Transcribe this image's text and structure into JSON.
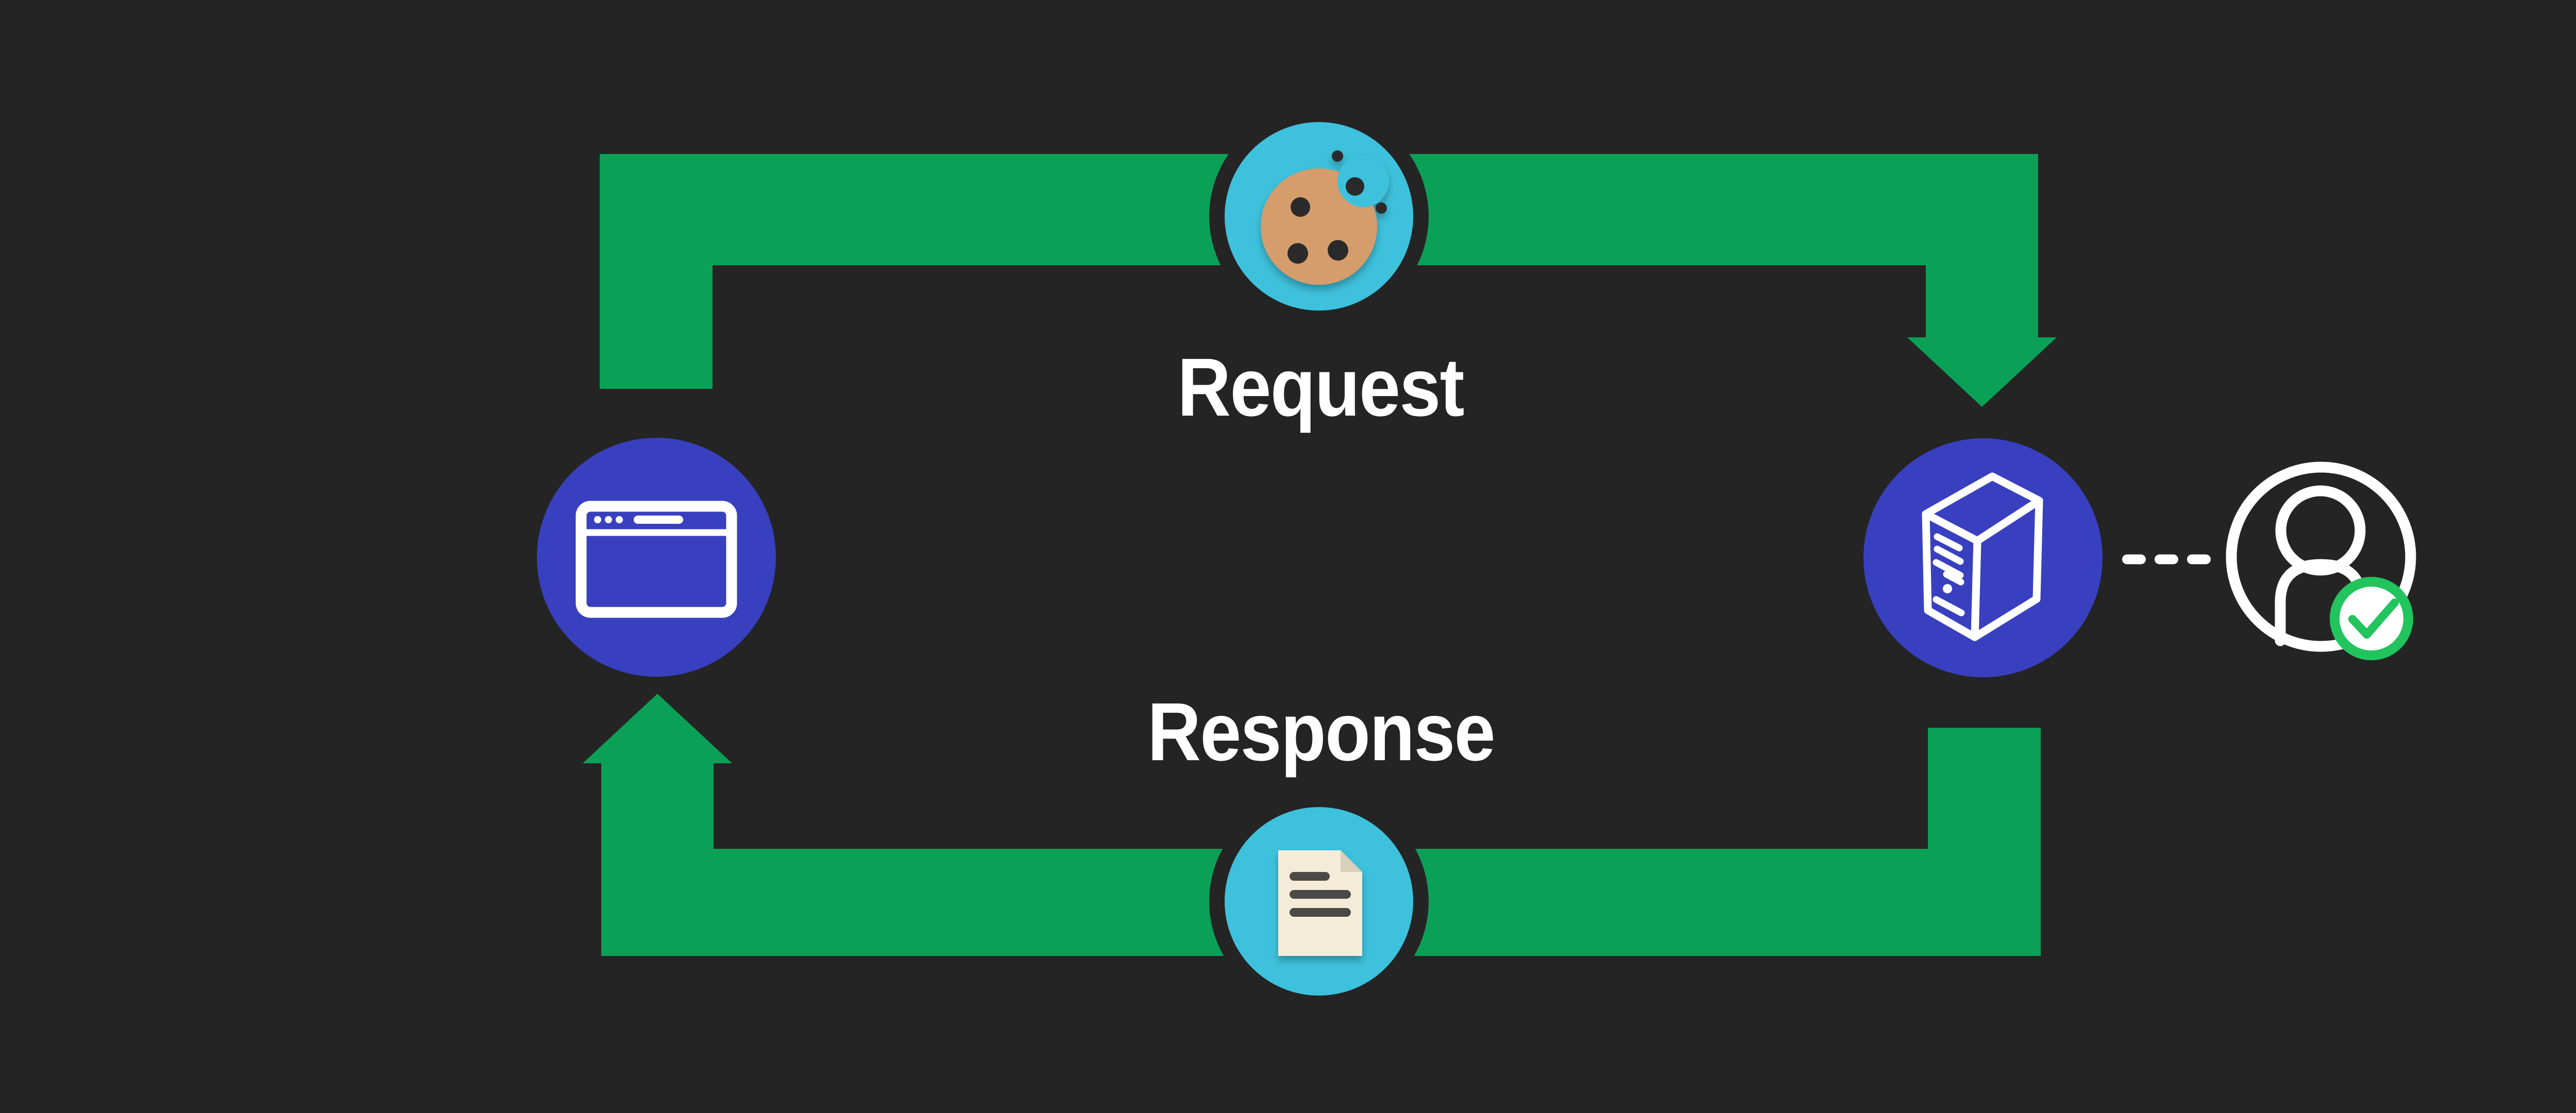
{
  "diagram": {
    "description": "HTTP request-response cycle with cookie",
    "labels": {
      "request": "Request",
      "response": "Response"
    },
    "nodes": [
      {
        "id": "browser",
        "icon": "browser-window-icon"
      },
      {
        "id": "server",
        "icon": "server-tower-icon"
      },
      {
        "id": "cookie",
        "icon": "cookie-icon"
      },
      {
        "id": "response-document",
        "icon": "document-icon"
      },
      {
        "id": "authenticated-user",
        "icon": "user-avatar-icon",
        "badge": "check-badge-icon"
      }
    ],
    "colors": {
      "background": "#242424",
      "arrow_green": "#0AA157",
      "node_blue": "#3940BF",
      "icon_cyan": "#3EC1DC",
      "cookie_tan": "#D59C6C",
      "chip_dark": "#2A2A2A",
      "paper_cream": "#F4ECD9",
      "paper_fold": "#D8D0BA",
      "paper_text": "#4B4844",
      "badge_green": "#21C45D",
      "white": "#FFFFFF",
      "label_text": "#FFFFFF"
    }
  }
}
